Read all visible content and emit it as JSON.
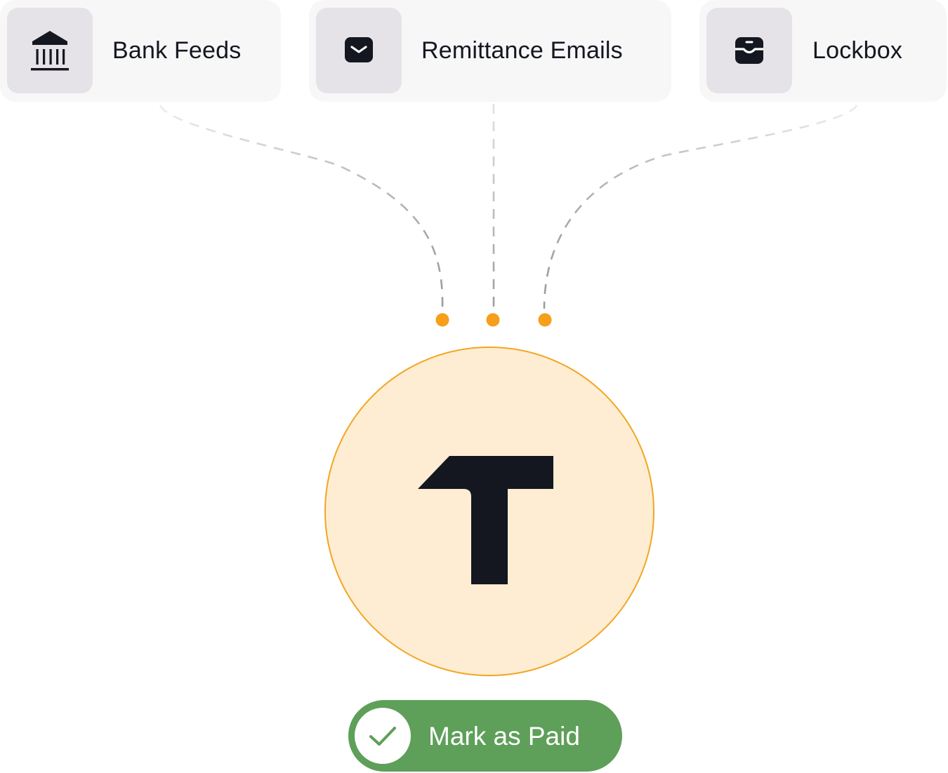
{
  "sources": [
    {
      "label": "Bank Feeds",
      "icon": "bank-icon"
    },
    {
      "label": "Remittance Emails",
      "icon": "envelope-icon"
    },
    {
      "label": "Lockbox",
      "icon": "lockbox-icon"
    }
  ],
  "hub": {
    "icon": "logo-t-icon"
  },
  "status": {
    "label": "Mark as Paid",
    "icon": "checkmark-icon"
  },
  "colors": {
    "card_background": "#f7f7f8",
    "icon_tile": "#e6e3e8",
    "text": "#14171f",
    "accent_orange": "#f59f1a",
    "hub_fill": "#feedd2",
    "hub_border": "#f2a623",
    "success_green": "#5e9f59",
    "connector_gray": "#a3a3a3"
  }
}
